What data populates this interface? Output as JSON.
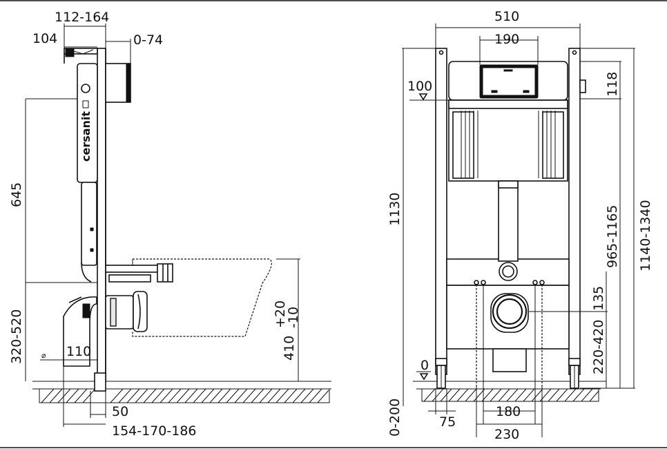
{
  "side_view": {
    "dimensions": {
      "depth_range": "112-164",
      "bracket_offset": "104",
      "wall_offset": "0-74",
      "height_flush": "645",
      "height_connection": "320-520",
      "pipe_diameter_symbol": "⌀",
      "pipe_diameter": "110",
      "foot_depth": "50",
      "frame_depth_options": "154-170-186",
      "bowl_height": "410",
      "bowl_tolerance_plus": "+20",
      "bowl_tolerance_minus": "-10"
    },
    "brand_label": "cersanit"
  },
  "front_view": {
    "dimensions": {
      "frame_width": "510",
      "flush_plate_width": "190",
      "level_reference": "100",
      "flush_plate_height": "118",
      "frame_height": "1130",
      "flush_height_range": "965-1165",
      "total_height_range": "1140-1340",
      "drain_offset": "135",
      "drain_height_range": "220-420",
      "floor_level": "0",
      "foot_adjust_range": "0-200",
      "foot_width": "75",
      "bolt_spacing_inner": "180",
      "bolt_spacing_outer": "230"
    }
  }
}
